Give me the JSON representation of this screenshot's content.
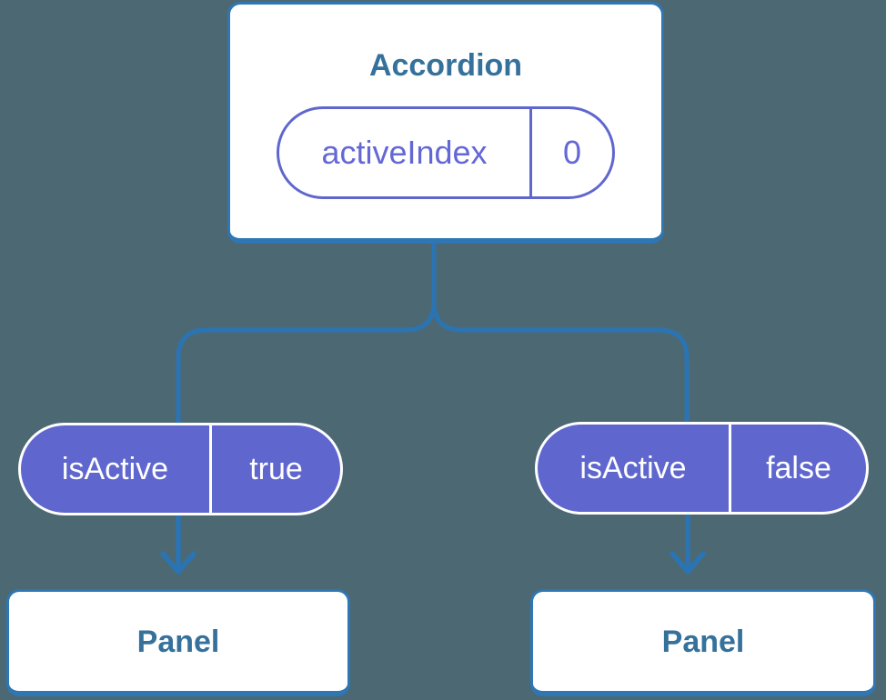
{
  "colors": {
    "background": "#4C6973",
    "connector_blue": "#2B74B4",
    "box_border_blue": "#2E76B4",
    "heading_teal": "#35719B",
    "pill_purple": "#5F67CE",
    "pill_text_purple": "#6468D5",
    "pill_text_white": "#FFFFFF"
  },
  "root_component": {
    "title": "Accordion",
    "state_pill": {
      "name": "activeIndex",
      "value": "0"
    }
  },
  "children": [
    {
      "prop_pill": {
        "name": "isActive",
        "value": "true"
      },
      "component": {
        "title": "Panel"
      }
    },
    {
      "prop_pill": {
        "name": "isActive",
        "value": "false"
      },
      "component": {
        "title": "Panel"
      }
    }
  ]
}
